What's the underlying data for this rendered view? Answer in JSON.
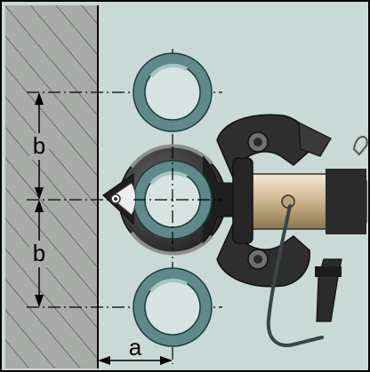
{
  "labels": {
    "spacing_b_upper": "b",
    "spacing_b_lower": "b",
    "wall_distance_a": "a"
  },
  "colors": {
    "background": "#c9d9d6",
    "wall_hatch": "#a8aba8",
    "pipe_ring": "#5f8a89",
    "pipe_inner": "#d6e3e0",
    "tool_dark": "#2a2a2a",
    "tool_mid": "#555555",
    "handle_tan": "#d2bf9c",
    "line": "#000000"
  },
  "icons": [
    "press-tool-illustration"
  ]
}
